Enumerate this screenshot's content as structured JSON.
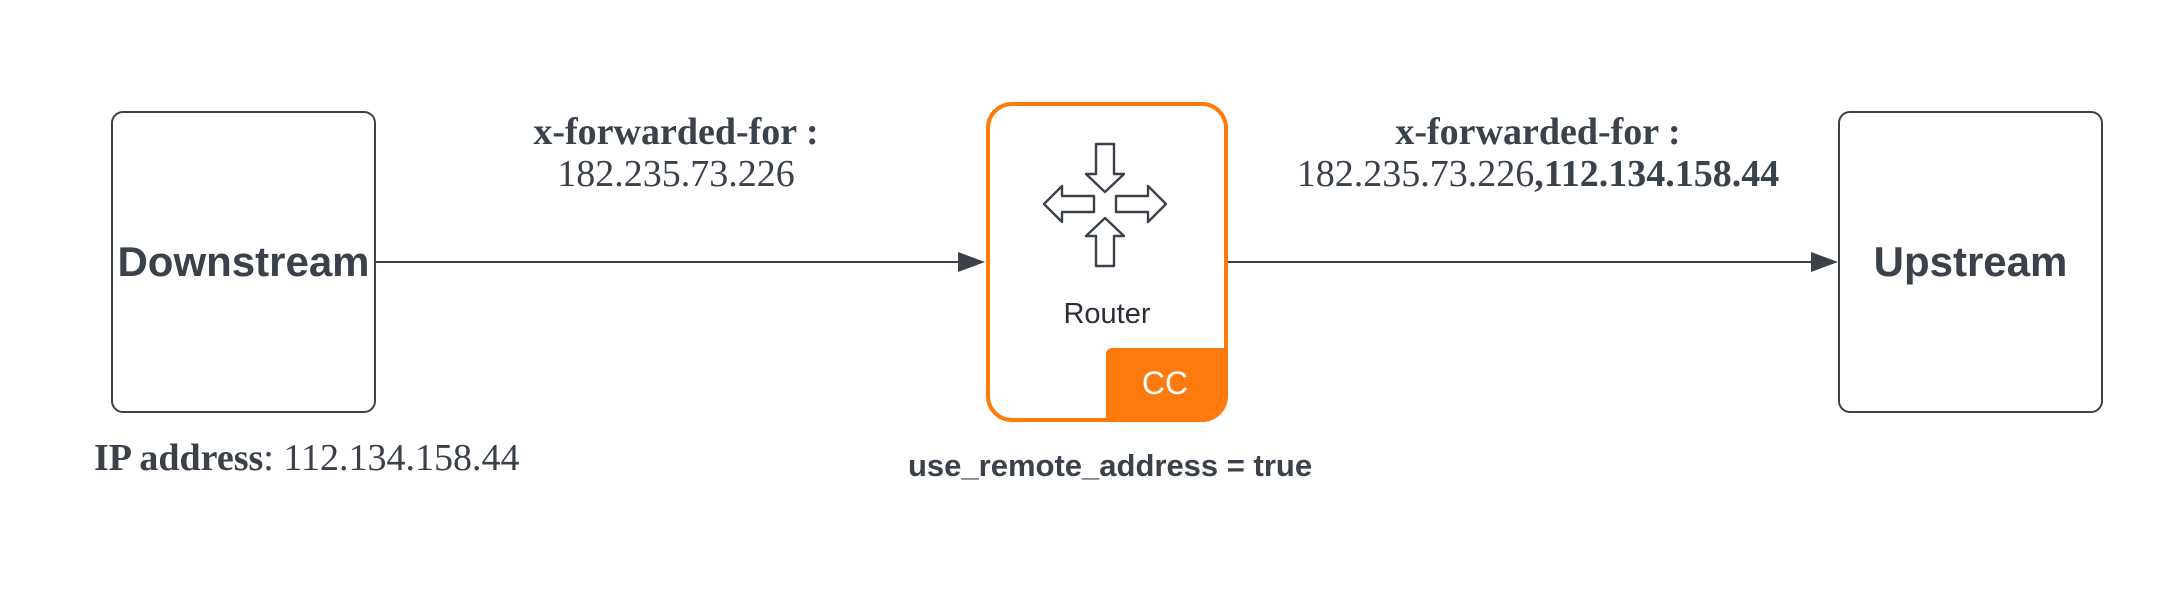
{
  "nodes": {
    "downstream": {
      "label": "Downstream"
    },
    "router": {
      "label": "Router",
      "badge": "CC"
    },
    "upstream": {
      "label": "Upstream"
    }
  },
  "edges": {
    "downstream_to_router": {
      "header_key": "x-forwarded-for :",
      "header_value": "182.235.73.226"
    },
    "router_to_upstream": {
      "header_key": "x-forwarded-for :",
      "header_value_prefix": "182.235.73.226",
      "header_value_appended": ",112.134.158.44"
    }
  },
  "annotations": {
    "ip_address_label": "IP address",
    "ip_address_value": ": 112.134.158.44",
    "router_config": "use_remote_address = true"
  },
  "colors": {
    "router_accent": "#ff7a0d",
    "stroke": "#3a414a"
  },
  "icons": {
    "router": "four-way-arrows-icon"
  }
}
